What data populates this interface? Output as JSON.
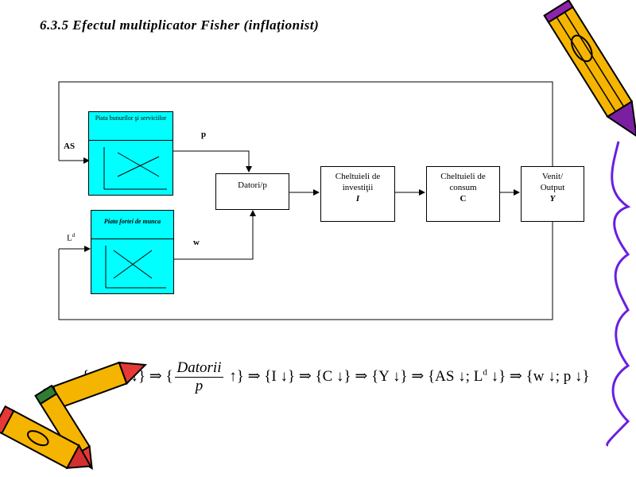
{
  "title": "6.3.5 Efectul multiplicator Fisher (inflaţionist)",
  "diagram": {
    "market_goods": "Piata bunurilor şi serviciilor",
    "market_labor": "Piata fortei de munca",
    "label_as": "AS",
    "label_ld": "L",
    "label_ld_sup": "d",
    "label_p": "p",
    "label_w": "w",
    "debt_box": "Datori/p",
    "invest_line1": "Cheltuieli de",
    "invest_line2": "investiţii",
    "invest_symbol": "I",
    "consum_line1": "Cheltuieli de",
    "consum_line2": "consum",
    "consum_symbol": "C",
    "output_line1": "Venit/",
    "output_line2": "Output",
    "output_symbol": "Y"
  },
  "formula": {
    "part1": "{p ↓; w ↓} ⇒ {",
    "frac_num": "Datorii",
    "frac_den": "p",
    "part2": " ↑} ⇒ {I ↓} ⇒ {C ↓} ⇒ {Y ↓} ⇒ {AS ↓; L",
    "sup": "d",
    "part3": " ↓} ⇒ {w ↓; p ↓}"
  },
  "colors": {
    "market_fill": "#00ffff",
    "pencil_body": "#f5b400",
    "pencil_tip": "#7b1fa2",
    "squiggle": "#6a1fe0"
  }
}
